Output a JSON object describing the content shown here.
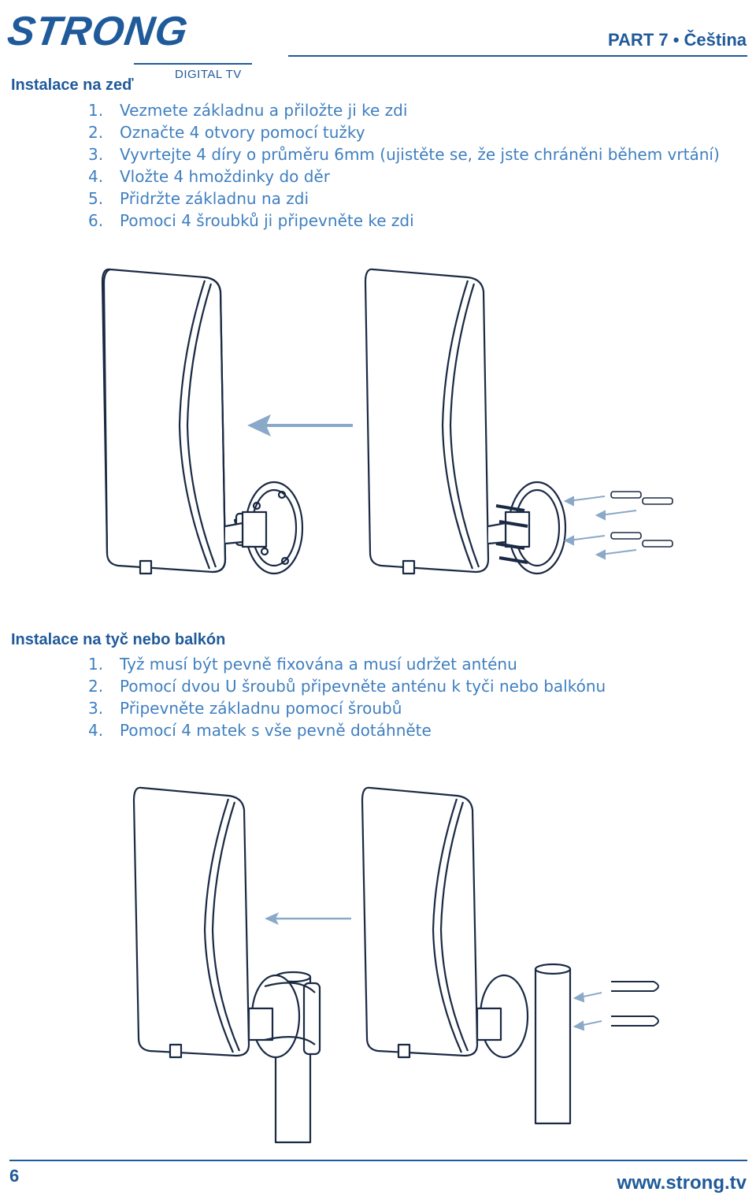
{
  "header": {
    "logo_text": "STRONG",
    "logo_subtitle": "DIGITAL TV",
    "part_label": "PART 7 • Čeština"
  },
  "section1": {
    "title": "Instalace na zeď",
    "steps": [
      {
        "num": "1.",
        "text": "Vezmete základnu a přiložte ji ke zdi"
      },
      {
        "num": "2.",
        "text": "Označte 4 otvory pomocí tužky"
      },
      {
        "num": "3.",
        "text": "Vyvrtejte 4 díry o průměru 6mm (ujistěte se, že jste chráněni během vrtání)"
      },
      {
        "num": "4.",
        "text": "Vložte 4 hmoždinky do děr"
      },
      {
        "num": "5.",
        "text": "Přidržte základnu na zdi"
      },
      {
        "num": "6.",
        "text": "Pomoci 4 šroubků ji připevněte ke zdi"
      }
    ]
  },
  "section2": {
    "title": "Instalace na tyč nebo balkón",
    "steps": [
      {
        "num": "1.",
        "text": "Tyž musí být pevně fixována a musí udržet anténu"
      },
      {
        "num": "2.",
        "text": "Pomocí dvou U šroubů připevněte anténu k tyči nebo balkónu"
      },
      {
        "num": "3.",
        "text": "Připevněte základnu pomocí šroubů"
      },
      {
        "num": "4.",
        "text": "Pomocí 4 matek s vše pevně dotáhněte"
      }
    ]
  },
  "footer": {
    "page_number": "6",
    "url": "www.strong.tv"
  },
  "colors": {
    "brand": "#1f5a9a",
    "text": "#3f7fc0",
    "arrow": "#8aa8c8"
  }
}
